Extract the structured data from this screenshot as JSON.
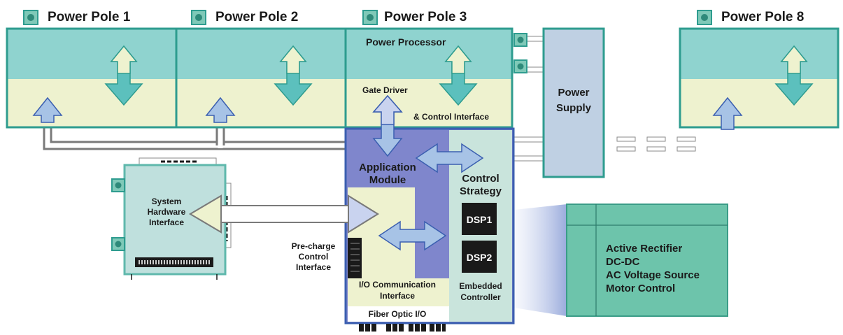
{
  "poles": [
    {
      "title": "Power Pole 1"
    },
    {
      "title": "Power Pole 2"
    },
    {
      "title": "Power Pole 3"
    },
    {
      "title": "Power Pole 8"
    }
  ],
  "power_processor": {
    "title": "Power Processor",
    "gate_driver": "Gate Driver",
    "control_interface": "& Control Interface"
  },
  "power_supply": {
    "line1": "Power",
    "line2": "Supply"
  },
  "application_module": {
    "line1": "Application",
    "line2": "Module"
  },
  "control_strategy": {
    "line1": "Control",
    "line2": "Strategy"
  },
  "dsp": {
    "dsp1": "DSP1",
    "dsp2": "DSP2"
  },
  "embedded_controller": {
    "line1": "Embedded",
    "line2": "Controller"
  },
  "io_comm": {
    "line1": "I/O Communication",
    "line2": "Interface"
  },
  "fiber_optic": "Fiber Optic I/O",
  "precharge": {
    "line1": "Pre-charge",
    "line2": "Control",
    "line3": "Interface"
  },
  "system_hw": {
    "line1": "System",
    "line2": "Hardware",
    "line3": "Interface"
  },
  "applications": [
    "Active Rectifier",
    "DC-DC",
    "AC Voltage Source",
    "Motor Control"
  ],
  "colors": {
    "teal": "#8fd3cf",
    "teal_border": "#2e9c8f",
    "cream": "#eef2cf",
    "purple": "#7f86cc",
    "blue_border": "#3b5fb0",
    "app_panel": "#5fbfa3"
  }
}
